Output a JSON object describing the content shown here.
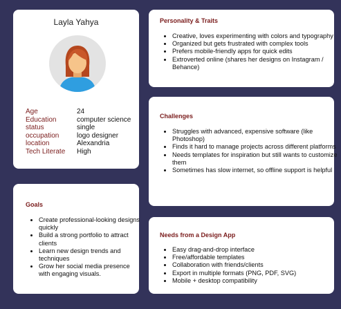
{
  "profile": {
    "name": "Layla Yahya",
    "facts": [
      {
        "label": "Age",
        "value": "24"
      },
      {
        "label": "Education",
        "value": "computer science"
      },
      {
        "label": "status",
        "value": "single"
      },
      {
        "label": "occupation",
        "value": "logo designer"
      },
      {
        "label": "location",
        "value": "Alexandria"
      },
      {
        "label": "Tech Literate",
        "value": "High"
      }
    ]
  },
  "traits": {
    "title": "Personality & Traits",
    "items": [
      "Creative, loves experimenting with colors and typography",
      "Organized but gets frustrated with complex tools",
      "Prefers mobile-friendly apps for quick edits",
      "Extroverted online (shares her designs on Instagram / Behance)"
    ]
  },
  "challenges": {
    "title": "Challenges",
    "items": [
      "Struggles with advanced, expensive software (like Photoshop)",
      "Finds it hard to manage projects across different platforms",
      "Needs templates for inspiration but still wants to customize them",
      "Sometimes has slow internet, so offline support is helpful"
    ]
  },
  "goals": {
    "title": "Goals",
    "items": [
      "Create professional-looking designs quickly",
      "Build a strong portfolio to attract clients",
      "Learn new design trends and techniques",
      "Grow her social media presence with engaging visuals."
    ]
  },
  "needs": {
    "title": "Needs from a Design App",
    "items": [
      "Easy drag-and-drop interface",
      "Free/affordable templates",
      "Collaboration with friends/clients",
      "Export in multiple formats (PNG, PDF, SVG)",
      "Mobile + desktop compatibility"
    ]
  }
}
